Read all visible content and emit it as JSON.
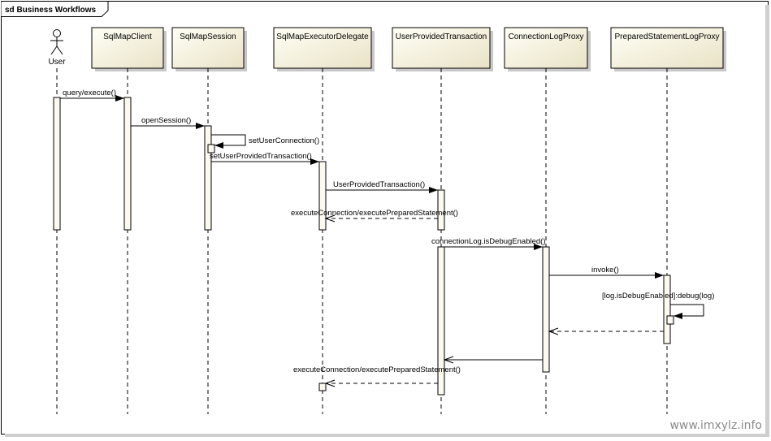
{
  "diagram": {
    "frame_title": "sd Business Workflows",
    "watermark": "www.imxylz.info",
    "actor": {
      "id": "user",
      "label": "User"
    },
    "lifelines": [
      {
        "id": "sqlmapclient",
        "label": "SqlMapClient"
      },
      {
        "id": "sqlmapsession",
        "label": "SqlMapSession"
      },
      {
        "id": "executordelegate",
        "label": "SqlMapExecutorDelegate"
      },
      {
        "id": "userprovidedtransaction",
        "label": "UserProvidedTransaction"
      },
      {
        "id": "connectionlogproxy",
        "label": "ConnectionLogProxy"
      },
      {
        "id": "preparedstatementlogproxy",
        "label": "PreparedStatementLogProxy"
      }
    ],
    "messages": [
      {
        "label": "query/execute()"
      },
      {
        "label": "openSession()"
      },
      {
        "label": "setUserConnection()"
      },
      {
        "label": "setUserProvidedTransaction()"
      },
      {
        "label": "UserProvidedTransaction()"
      },
      {
        "label": "executeConnection/executePreparedStatement()"
      },
      {
        "label": "connectionLog.isDebugEnabled()"
      },
      {
        "label": "invoke()"
      },
      {
        "label": "[log.isDebugEnabled]:debug(log)"
      },
      {
        "label": ""
      },
      {
        "label": ""
      },
      {
        "label": "executeConnection/executePreparedStatement()"
      }
    ],
    "colors": {
      "head_fill_top": "#fffff4",
      "head_fill_bottom": "#ece6cc",
      "activation_fill": "#fcf9ee",
      "line": "#000000",
      "shadow": "#c8c8c8"
    }
  }
}
